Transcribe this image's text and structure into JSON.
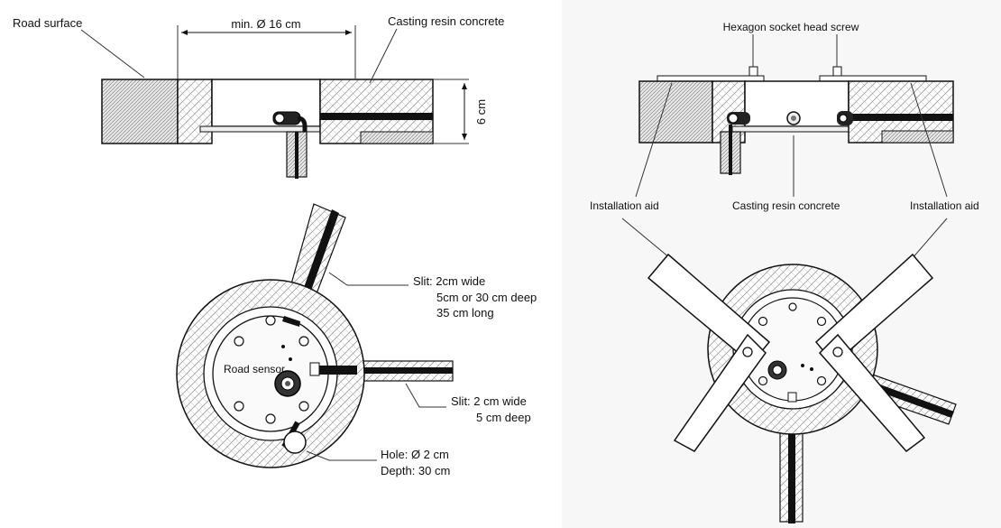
{
  "left": {
    "section": {
      "road_surface": "Road surface",
      "dimension_width": "min. Ø 16 cm",
      "casting_resin": "Casting resin concrete",
      "dimension_height": "6 cm"
    },
    "plan": {
      "slit1": [
        "Slit: 2cm wide",
        "5cm or 30 cm deep",
        "35 cm long"
      ],
      "road_sensor": "Road sensor",
      "slit2": [
        "Slit: 2 cm wide",
        "5 cm deep"
      ],
      "hole": [
        "Hole: Ø 2 cm",
        "Depth: 30 cm"
      ]
    }
  },
  "right": {
    "section": {
      "screw": "Hexagon socket head screw",
      "install_aid_left": "Installation aid",
      "casting_resin": "Casting resin concrete",
      "install_aid_right": "Installation aid"
    }
  }
}
